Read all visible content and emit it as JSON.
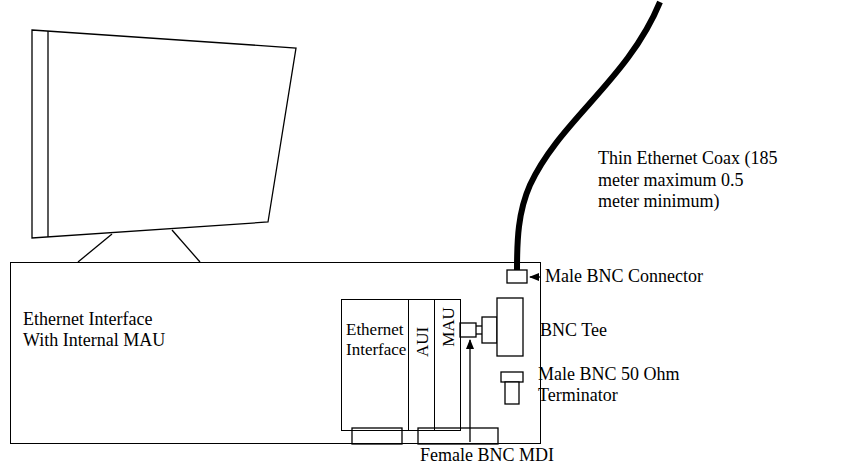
{
  "diagram": {
    "nodes": [
      {
        "text": [
          "Ethernet Interface With Internal MAU"
        ]
      },
      {
        "text": [
          "Ethernet Interface"
        ],
        "in": 0
      },
      {
        "text": [
          "AUI"
        ],
        "in": 1
      },
      {
        "text": [
          "MAU"
        ],
        "in": 1
      }
    ],
    "labels": [
      "Thin Ethernet Coax (185 meter maximum 0.5 meter minimum)",
      "Male BNC Connector",
      "BNC Tee",
      "Male BNC 50 Ohm Terminator",
      "Female BNC MDI"
    ]
  }
}
